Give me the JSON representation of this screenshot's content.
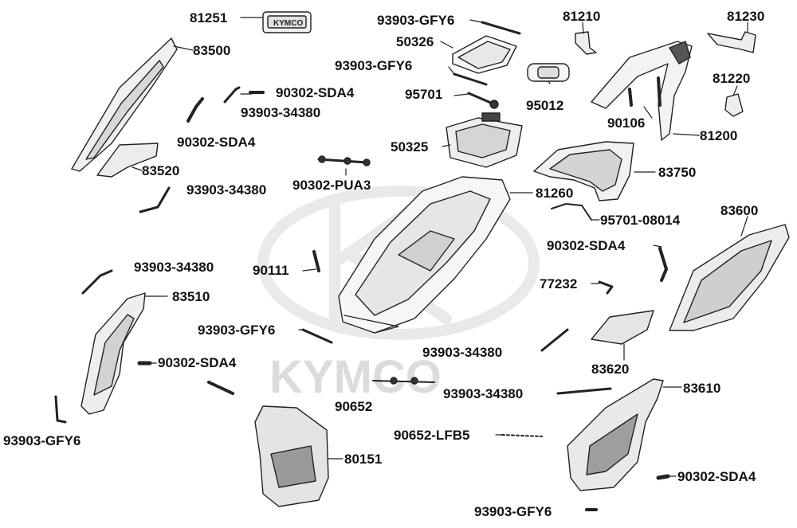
{
  "diagram": {
    "watermark_text": "KYMCO",
    "tag_text": "KYMCO",
    "part_labels": [
      "81251",
      "93903-GFY6",
      "50326",
      "93903-GFY6",
      "81210",
      "81230",
      "83500",
      "90302-SDA4",
      "93903-34380",
      "95701",
      "95012",
      "81220",
      "90302-SDA4",
      "90106",
      "81200",
      "50325",
      "83520",
      "83750",
      "90302-PUA3",
      "93903-34380",
      "81260",
      "95701-08014",
      "83600",
      "90302-SDA4",
      "93903-34380",
      "90111",
      "77232",
      "83510",
      "93903-GFY6",
      "93903-34380",
      "90302-SDA4",
      "83620",
      "83610",
      "93903-34380",
      "90652",
      "93903-GFY6",
      "90652-LFB5",
      "80151",
      "90302-SDA4",
      "93903-GFY6"
    ]
  }
}
